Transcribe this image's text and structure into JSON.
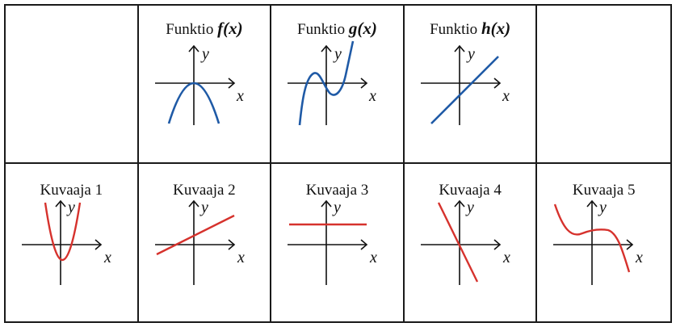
{
  "colors": {
    "function_curve": "#1f5aa6",
    "graph_curve": "#d6322d",
    "border": "#1a1a1a"
  },
  "axis_labels": {
    "x": "x",
    "y": "y"
  },
  "functions": [
    {
      "prefix": "Funktio",
      "name": "f",
      "open": "(",
      "arg": "x",
      "close": ")"
    },
    {
      "prefix": "Funktio",
      "name": "g",
      "open": "(",
      "arg": "x",
      "close": ")"
    },
    {
      "prefix": "Funktio",
      "name": "h",
      "open": "(",
      "arg": "x",
      "close": ")"
    }
  ],
  "graphs": [
    {
      "label": "Kuvaaja 1"
    },
    {
      "label": "Kuvaaja 2"
    },
    {
      "label": "Kuvaaja 3"
    },
    {
      "label": "Kuvaaja 4"
    },
    {
      "label": "Kuvaaja 5"
    }
  ]
}
